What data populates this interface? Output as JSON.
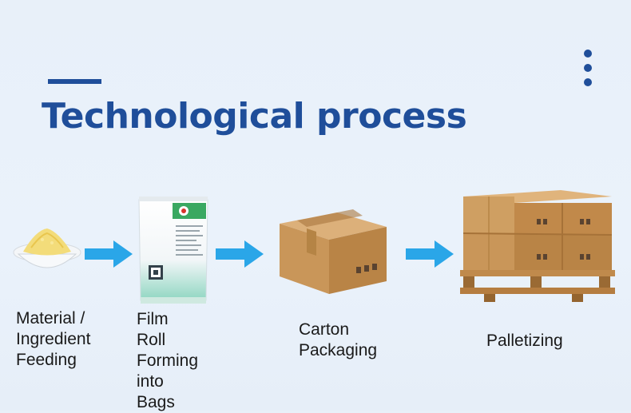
{
  "title": "Technological process",
  "steps": [
    {
      "label": "Material /\nIngredient\nFeeding"
    },
    {
      "label": "Film Roll\nForming\ninto Bags"
    },
    {
      "label": "Carton\nPackaging"
    },
    {
      "label": "Palletizing"
    }
  ],
  "colors": {
    "title": "#1f4e9a",
    "arrow": "#2aa6e8",
    "carton": "#c89a5e",
    "pallet": "#b07a3e"
  },
  "icons": [
    "menu-dots-icon",
    "powder-bowl-icon",
    "bag-icon",
    "carton-box-icon",
    "pallet-boxes-icon",
    "arrow-right-icon"
  ]
}
